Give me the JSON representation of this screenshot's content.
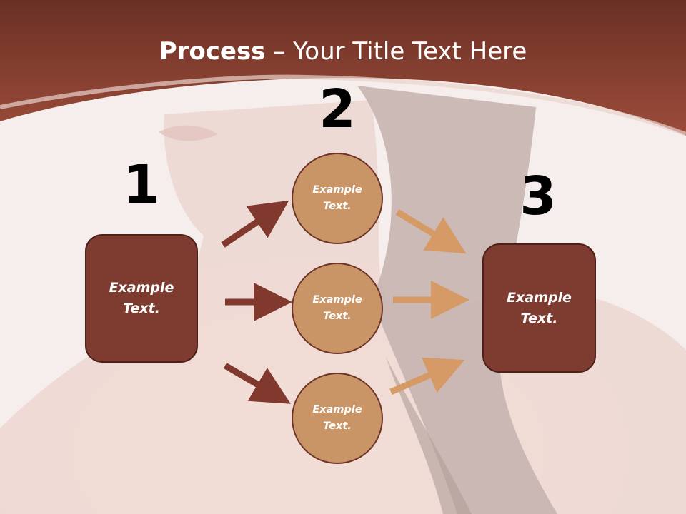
{
  "title": {
    "bold": "Process",
    "rest": " – Your Title Text Here"
  },
  "steps": [
    {
      "number": "1",
      "text_line1": "Example",
      "text_line2": "Text."
    },
    {
      "number": "2"
    },
    {
      "number": "3",
      "text_line1": "Example",
      "text_line2": "Text."
    }
  ],
  "circles": [
    {
      "text_line1": "Example",
      "text_line2": "Text."
    },
    {
      "text_line1": "Example",
      "text_line2": "Text."
    },
    {
      "text_line1": "Example",
      "text_line2": "Text."
    }
  ],
  "colors": {
    "header_band": "#8f4434",
    "box_fill": "#7e3c30",
    "circle_fill": "#c99566",
    "arrow_dark": "#80392c",
    "arrow_light": "#d69a66"
  }
}
